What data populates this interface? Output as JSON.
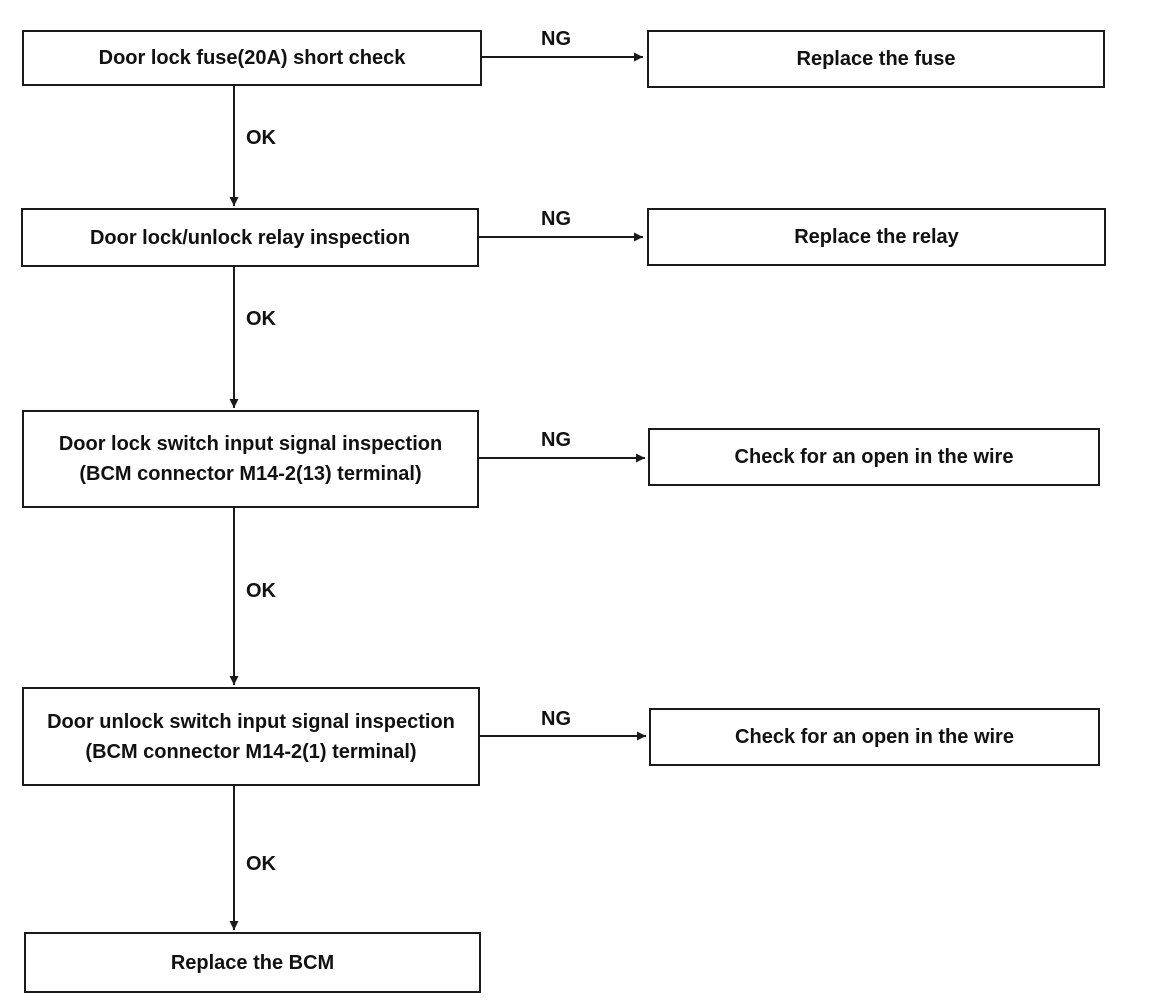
{
  "flowchart": {
    "steps": [
      {
        "id": "s1",
        "lines": [
          "Door lock fuse(20A) short check"
        ]
      },
      {
        "id": "s2",
        "lines": [
          "Door lock/unlock relay inspection"
        ]
      },
      {
        "id": "s3",
        "lines": [
          "Door lock switch input signal inspection",
          "(BCM connector M14-2(13) terminal)"
        ]
      },
      {
        "id": "s4",
        "lines": [
          "Door unlock switch input signal inspection",
          "(BCM connector M14-2(1) terminal)"
        ]
      },
      {
        "id": "s5",
        "lines": [
          "Replace the BCM"
        ]
      }
    ],
    "actions": [
      {
        "id": "a1",
        "lines": [
          "Replace the fuse"
        ]
      },
      {
        "id": "a2",
        "lines": [
          "Replace the relay"
        ]
      },
      {
        "id": "a3",
        "lines": [
          "Check for an open in the wire"
        ]
      },
      {
        "id": "a4",
        "lines": [
          "Check for an open in the wire"
        ]
      }
    ],
    "ok_label": "OK",
    "ng_label": "NG",
    "line_color": "#1a1a1a"
  }
}
